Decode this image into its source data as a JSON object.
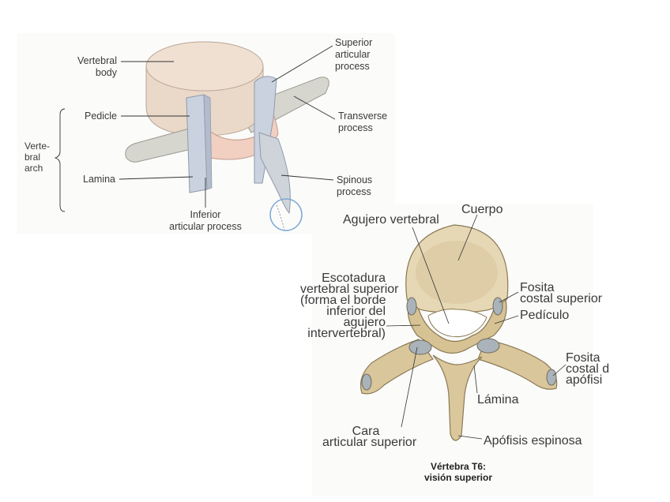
{
  "top_diagram": {
    "labels": {
      "vertebral_body": "Vertebral\nbody",
      "pedicle": "Pedicle",
      "vertebral_arch": "Verte-\nbral\narch",
      "lamina": "Lamina",
      "inferior_articular": "Inferior\narticular process",
      "superior_articular": "Superior\narticular\nprocess",
      "transverse_process": "Transverse\nprocess",
      "spinous_process": "Spinous\nprocess"
    },
    "colors": {
      "body": "#ecd9c9",
      "arch": "#cbd3e0",
      "lamina": "#f2d0c4",
      "transverse": "#d3d4ce"
    }
  },
  "bottom_diagram": {
    "labels": {
      "agujero_vertebral": "Agujero vertebral",
      "cuerpo": "Cuerpo",
      "escotadura": "Escotadura\nvertebral superior\n(forma el borde\ninferior del\nagujero\nintervertebral)",
      "fosita_costal_superior": "Fosita\ncostal superior",
      "pediculo": "Pedículo",
      "fosita_costal_apofisis": "Fosita\ncostal d\napófisi",
      "lamina": "Lámina",
      "cara_articular": "Cara\narticular superior",
      "apofisis_espinosa": "Apófisis espinosa"
    },
    "caption": "Vértebra T6:\nvisión superior",
    "colors": {
      "bone": "#d9c8a0",
      "bone_dark": "#8a7a55",
      "facet": "#aab4bc"
    }
  }
}
